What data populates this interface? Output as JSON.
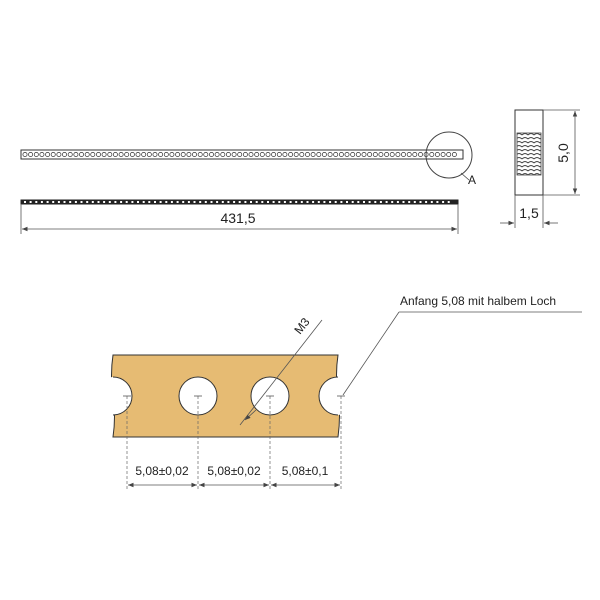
{
  "drawing": {
    "colors": {
      "strip_fill": "#e6bb73",
      "strip_outline": "#333333",
      "line": "#555555",
      "text": "#222222"
    },
    "top_view": {
      "length_label": "431,5",
      "detail_marker": "A"
    },
    "section_view": {
      "height_label": "5,0",
      "width_label": "1,5"
    },
    "detail_view": {
      "thread_label": "M3",
      "pitch_labels": [
        "5,08±0,02",
        "5,08±0,02",
        "5,08±0,1"
      ],
      "note": "Anfang 5,08 mit halbem Loch"
    }
  }
}
